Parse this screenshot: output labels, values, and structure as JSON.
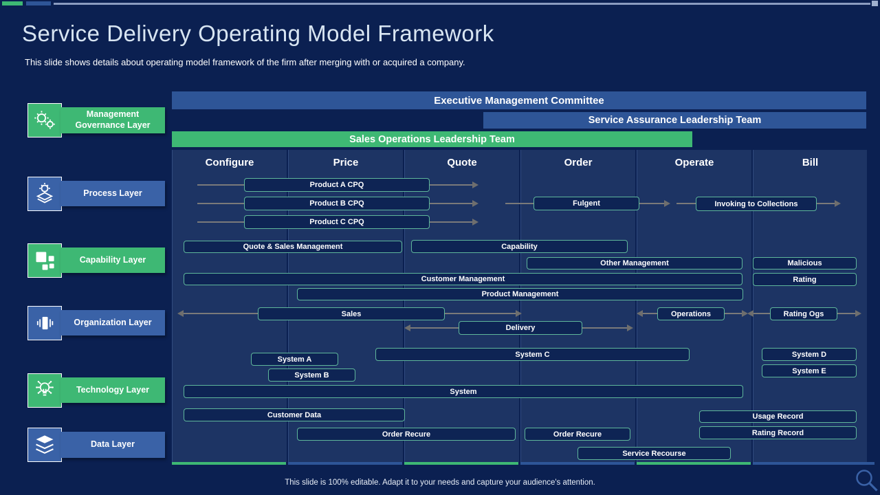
{
  "slide": {
    "title": "Service Delivery Operating Model Framework",
    "subtitle": "This slide shows details about operating model framework of the firm after merging with or acquired a company.",
    "footer": "This slide is 100% editable.  Adapt it to your needs and capture your audience's attention."
  },
  "sidebar": {
    "items": [
      {
        "label": "Management Governance Layer",
        "color": "green",
        "icon": "management-governance-icon"
      },
      {
        "label": "Process Layer",
        "color": "blue",
        "icon": "process-icon"
      },
      {
        "label": "Capability Layer",
        "color": "green",
        "icon": "capability-icon"
      },
      {
        "label": "Organization Layer",
        "color": "blue",
        "icon": "organization-icon"
      },
      {
        "label": "Technology Layer",
        "color": "green",
        "icon": "technology-icon"
      },
      {
        "label": "Data Layer",
        "color": "blue",
        "icon": "data-icon"
      }
    ]
  },
  "diagram": {
    "top_bars": {
      "executive": "Executive Management Committee",
      "service_assurance": "Service Assurance Leadership Team",
      "sales_operations": "Sales Operations Leadership Team"
    },
    "columns": [
      "Configure",
      "Price",
      "Quote",
      "Order",
      "Operate",
      "Bill"
    ],
    "boxes": {
      "product_a_cpq": "Product A CPQ",
      "product_b_cpq": "Product B CPQ",
      "product_c_cpq": "Product C CPQ",
      "fulgent": "Fulgent",
      "invoking_to_collections": "Invoking  to Collections",
      "quote_sales_management": "Quote & Sales Management",
      "capability": "Capability",
      "other_management": "Other Management",
      "malicious": "Malicious",
      "customer_management": "Customer Management",
      "rating": "Rating",
      "product_management": "Product Management",
      "sales": "Sales",
      "operations": "Operations",
      "rating_ogs": "Rating Ogs",
      "delivery": "Delivery",
      "system_a": "System A",
      "system_b": "System B",
      "system_c": "System C",
      "system_d": "System D",
      "system_e": "System E",
      "system": "System",
      "customer_data": "Customer Data",
      "usage_record": "Usage Record",
      "order_recure_1": "Order Recure",
      "order_recure_2": "Order Recure",
      "rating_record": "Rating  Record",
      "service_recourse": "Service Recourse"
    }
  },
  "icons": {
    "magnifier": "magnifier-icon"
  },
  "colors": {
    "background": "#0B2051",
    "accent_green": "#3EB874",
    "bar_blue": "#2E5597",
    "sidebar_blue": "#3A62A7",
    "box_border_teal": "#5FB79B",
    "box_fill": "#0E2454",
    "column_fill": "#1D3464",
    "arrow_gray": "#7A7A7A",
    "title_text": "#D8E5F2"
  }
}
